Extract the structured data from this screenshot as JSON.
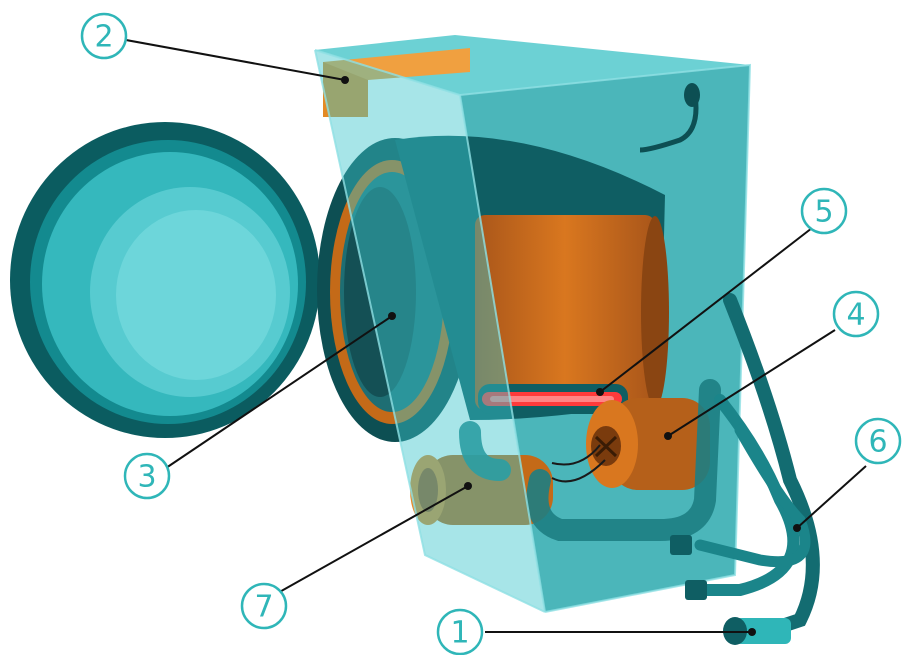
{
  "colors": {
    "teal": "#2fb6b8",
    "teal_dark": "#0e6e73",
    "teal_glass": "#3cc6cc",
    "orange": "#e07a1a",
    "orange_dark": "#9c4e10",
    "heater_red": "#ff3b3b",
    "line": "#111111"
  },
  "callouts": [
    {
      "id": "1",
      "label": "1"
    },
    {
      "id": "2",
      "label": "2"
    },
    {
      "id": "3",
      "label": "3"
    },
    {
      "id": "4",
      "label": "4"
    },
    {
      "id": "5",
      "label": "5"
    },
    {
      "id": "6",
      "label": "6"
    },
    {
      "id": "7",
      "label": "7"
    }
  ]
}
